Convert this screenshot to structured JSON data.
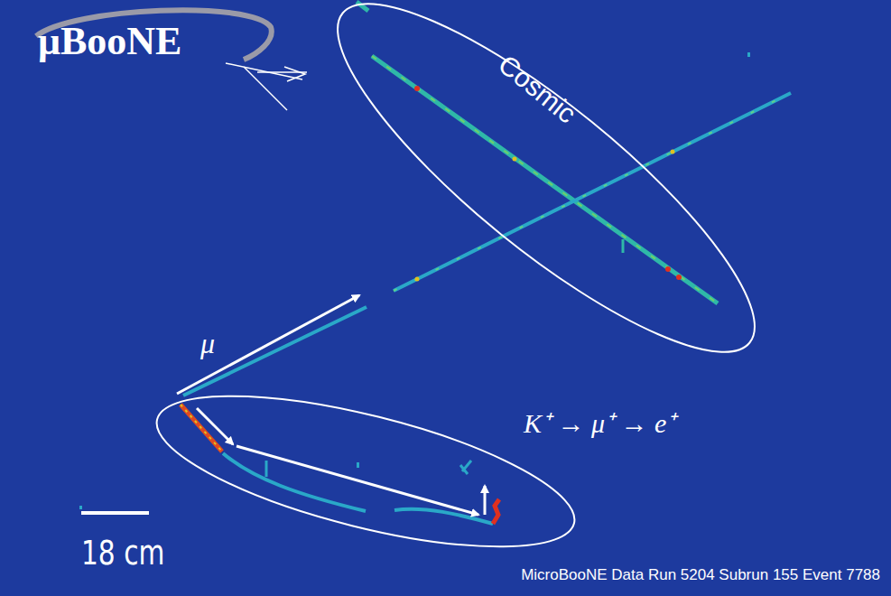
{
  "diagram": {
    "nodes": [
      {
        "text": [
          "Cosmic"
        ]
      }
    ],
    "labels": [
      "μBooNE",
      "μ",
      "K⁺ → μ⁺ → e⁺",
      "18 cm",
      "MicroBooNE Data Run 5204 Subrun 155 Event 7788"
    ]
  }
}
